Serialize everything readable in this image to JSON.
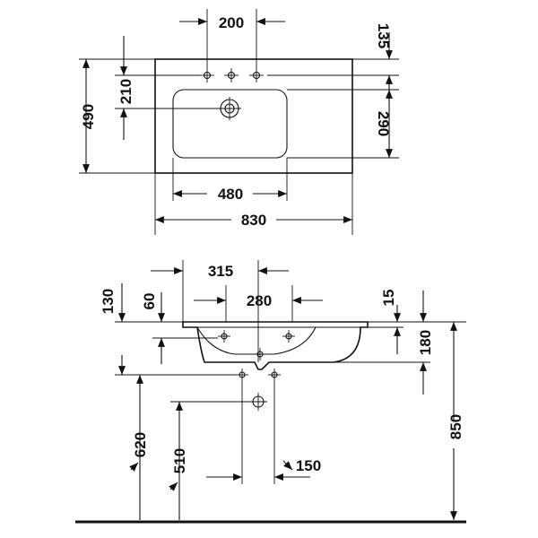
{
  "top_view": {
    "dims": {
      "tap_spacing": "200",
      "tap_offset": "135",
      "depth": "490",
      "tap_to_bowl": "210",
      "bowl_depth": "290",
      "bowl_width": "480",
      "overall_width": "830"
    }
  },
  "side_view": {
    "dims": {
      "drain_offset": "315",
      "bowl_front": "280",
      "height_130": "130",
      "height_60": "60",
      "rim_thickness": "15",
      "bowl_height": "180",
      "siphon_height": "620",
      "drain_height": "510",
      "pipe_spacing": "150",
      "install_height": "850"
    }
  }
}
